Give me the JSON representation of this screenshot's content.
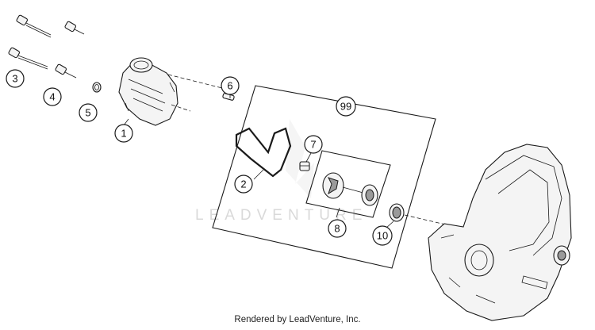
{
  "watermark": "LEADVENTURE",
  "footer": "Rendered by LeadVenture, Inc.",
  "callouts": {
    "c1": "1",
    "c2": "2",
    "c3": "3",
    "c4": "4",
    "c5": "5",
    "c6": "6",
    "c7": "7",
    "c8": "8",
    "c10": "10",
    "c99": "99"
  }
}
